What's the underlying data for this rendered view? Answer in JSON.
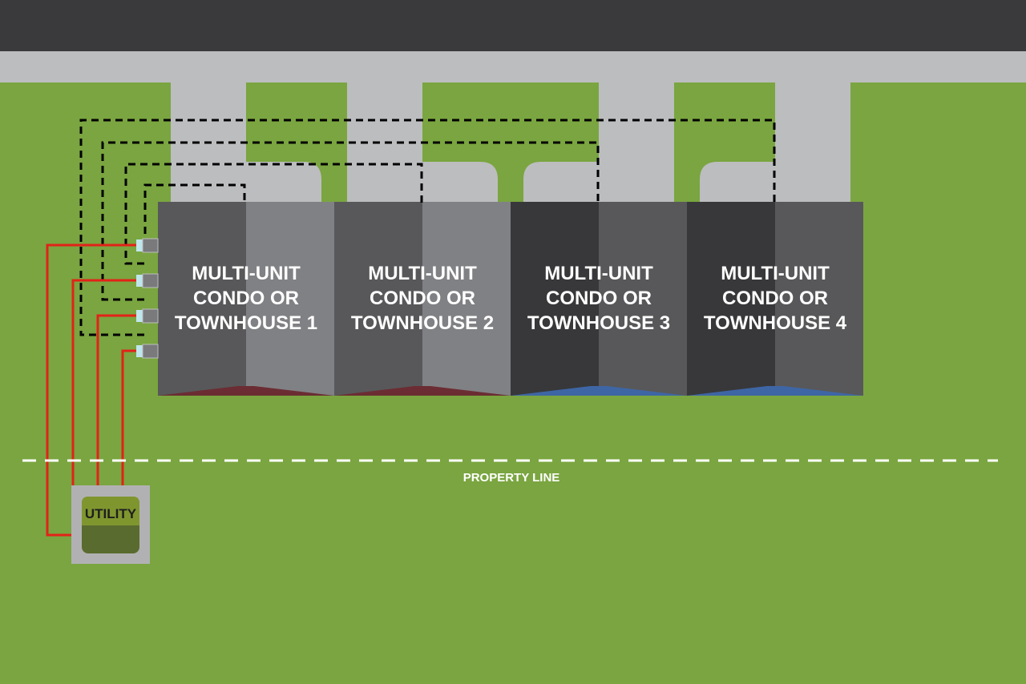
{
  "units": [
    {
      "lines": [
        "MULTI-UNIT",
        "CONDO OR",
        "TOWNHOUSE 1"
      ],
      "left_color": "#58585a",
      "right_color": "#808184",
      "base_color": "#6b2d33"
    },
    {
      "lines": [
        "MULTI-UNIT",
        "CONDO OR",
        "TOWNHOUSE 2"
      ],
      "left_color": "#58585a",
      "right_color": "#808184",
      "base_color": "#6b2d33"
    },
    {
      "lines": [
        "MULTI-UNIT",
        "CONDO OR",
        "TOWNHOUSE 3"
      ],
      "left_color": "#38383a",
      "right_color": "#58585a",
      "base_color": "#3e66a5"
    },
    {
      "lines": [
        "MULTI-UNIT",
        "CONDO OR",
        "TOWNHOUSE 4"
      ],
      "left_color": "#38383a",
      "right_color": "#58585a",
      "base_color": "#3e66a5"
    }
  ],
  "property_line_label": "PROPERTY LINE",
  "utility": {
    "label": "UTILITY"
  },
  "colors": {
    "lawn": "#7aa540",
    "street": "#3a3a3c",
    "pavement": "#bcbdbf",
    "power_line": "#e32219",
    "comm_line": "#000000",
    "utility_box": "#5a6b2f",
    "utility_box_top": "#7f962f",
    "utility_pad": "#b1b1b3"
  }
}
